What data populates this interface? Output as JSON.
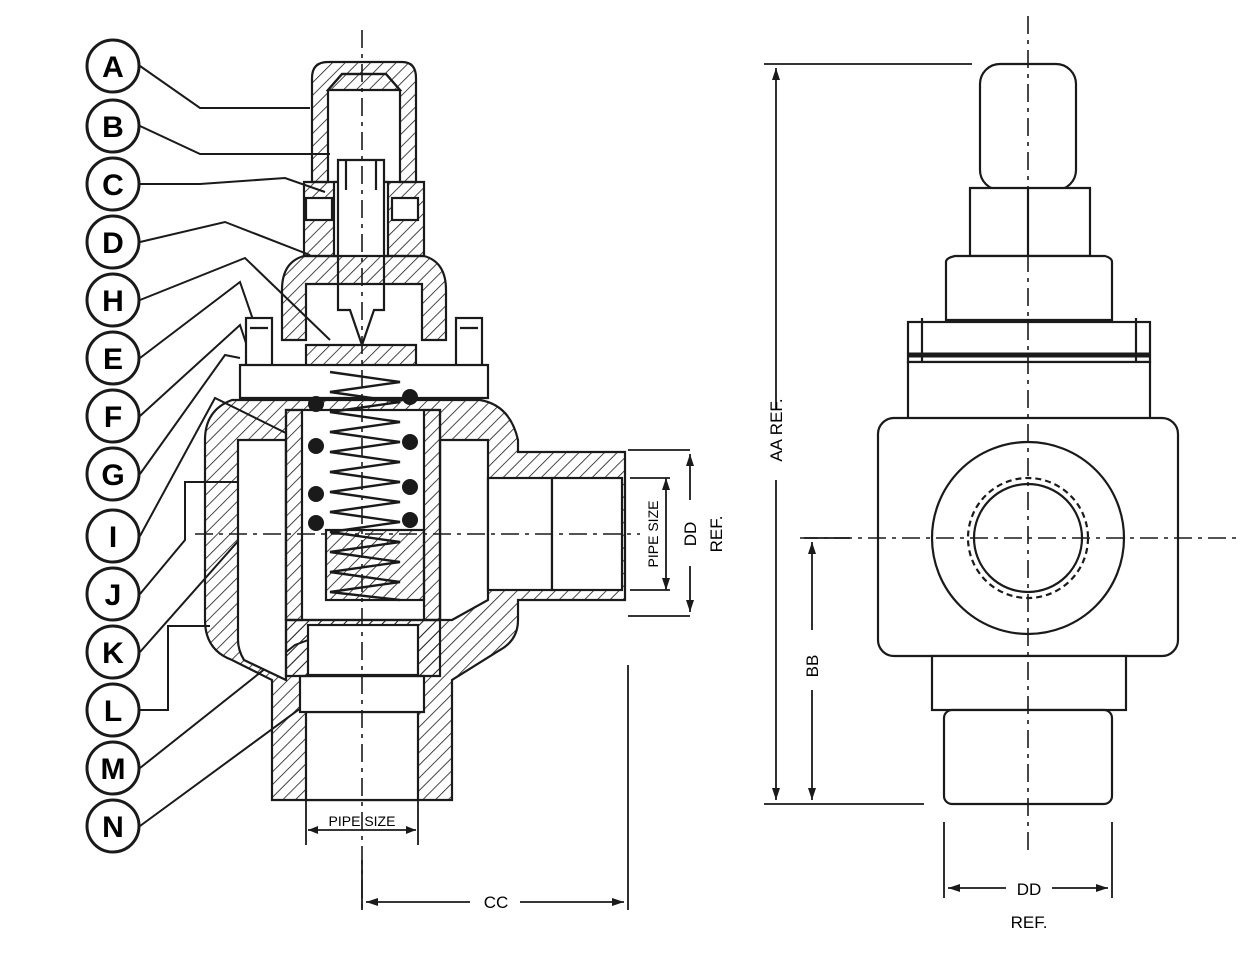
{
  "callouts": [
    "A",
    "B",
    "C",
    "D",
    "H",
    "E",
    "F",
    "G",
    "I",
    "J",
    "K",
    "L",
    "M",
    "N"
  ],
  "dimensions": {
    "aa_ref": "AA REF.",
    "bb": "BB",
    "cc": "CC",
    "dd": "DD",
    "dd_ref_right": "REF.",
    "dd_ref_bottom": "REF.",
    "pipe_size_side": "PIPE SIZE",
    "pipe_size_bottom": "PIPE SIZE"
  },
  "colors": {
    "line": "#1a1a1a",
    "background": "#ffffff"
  }
}
